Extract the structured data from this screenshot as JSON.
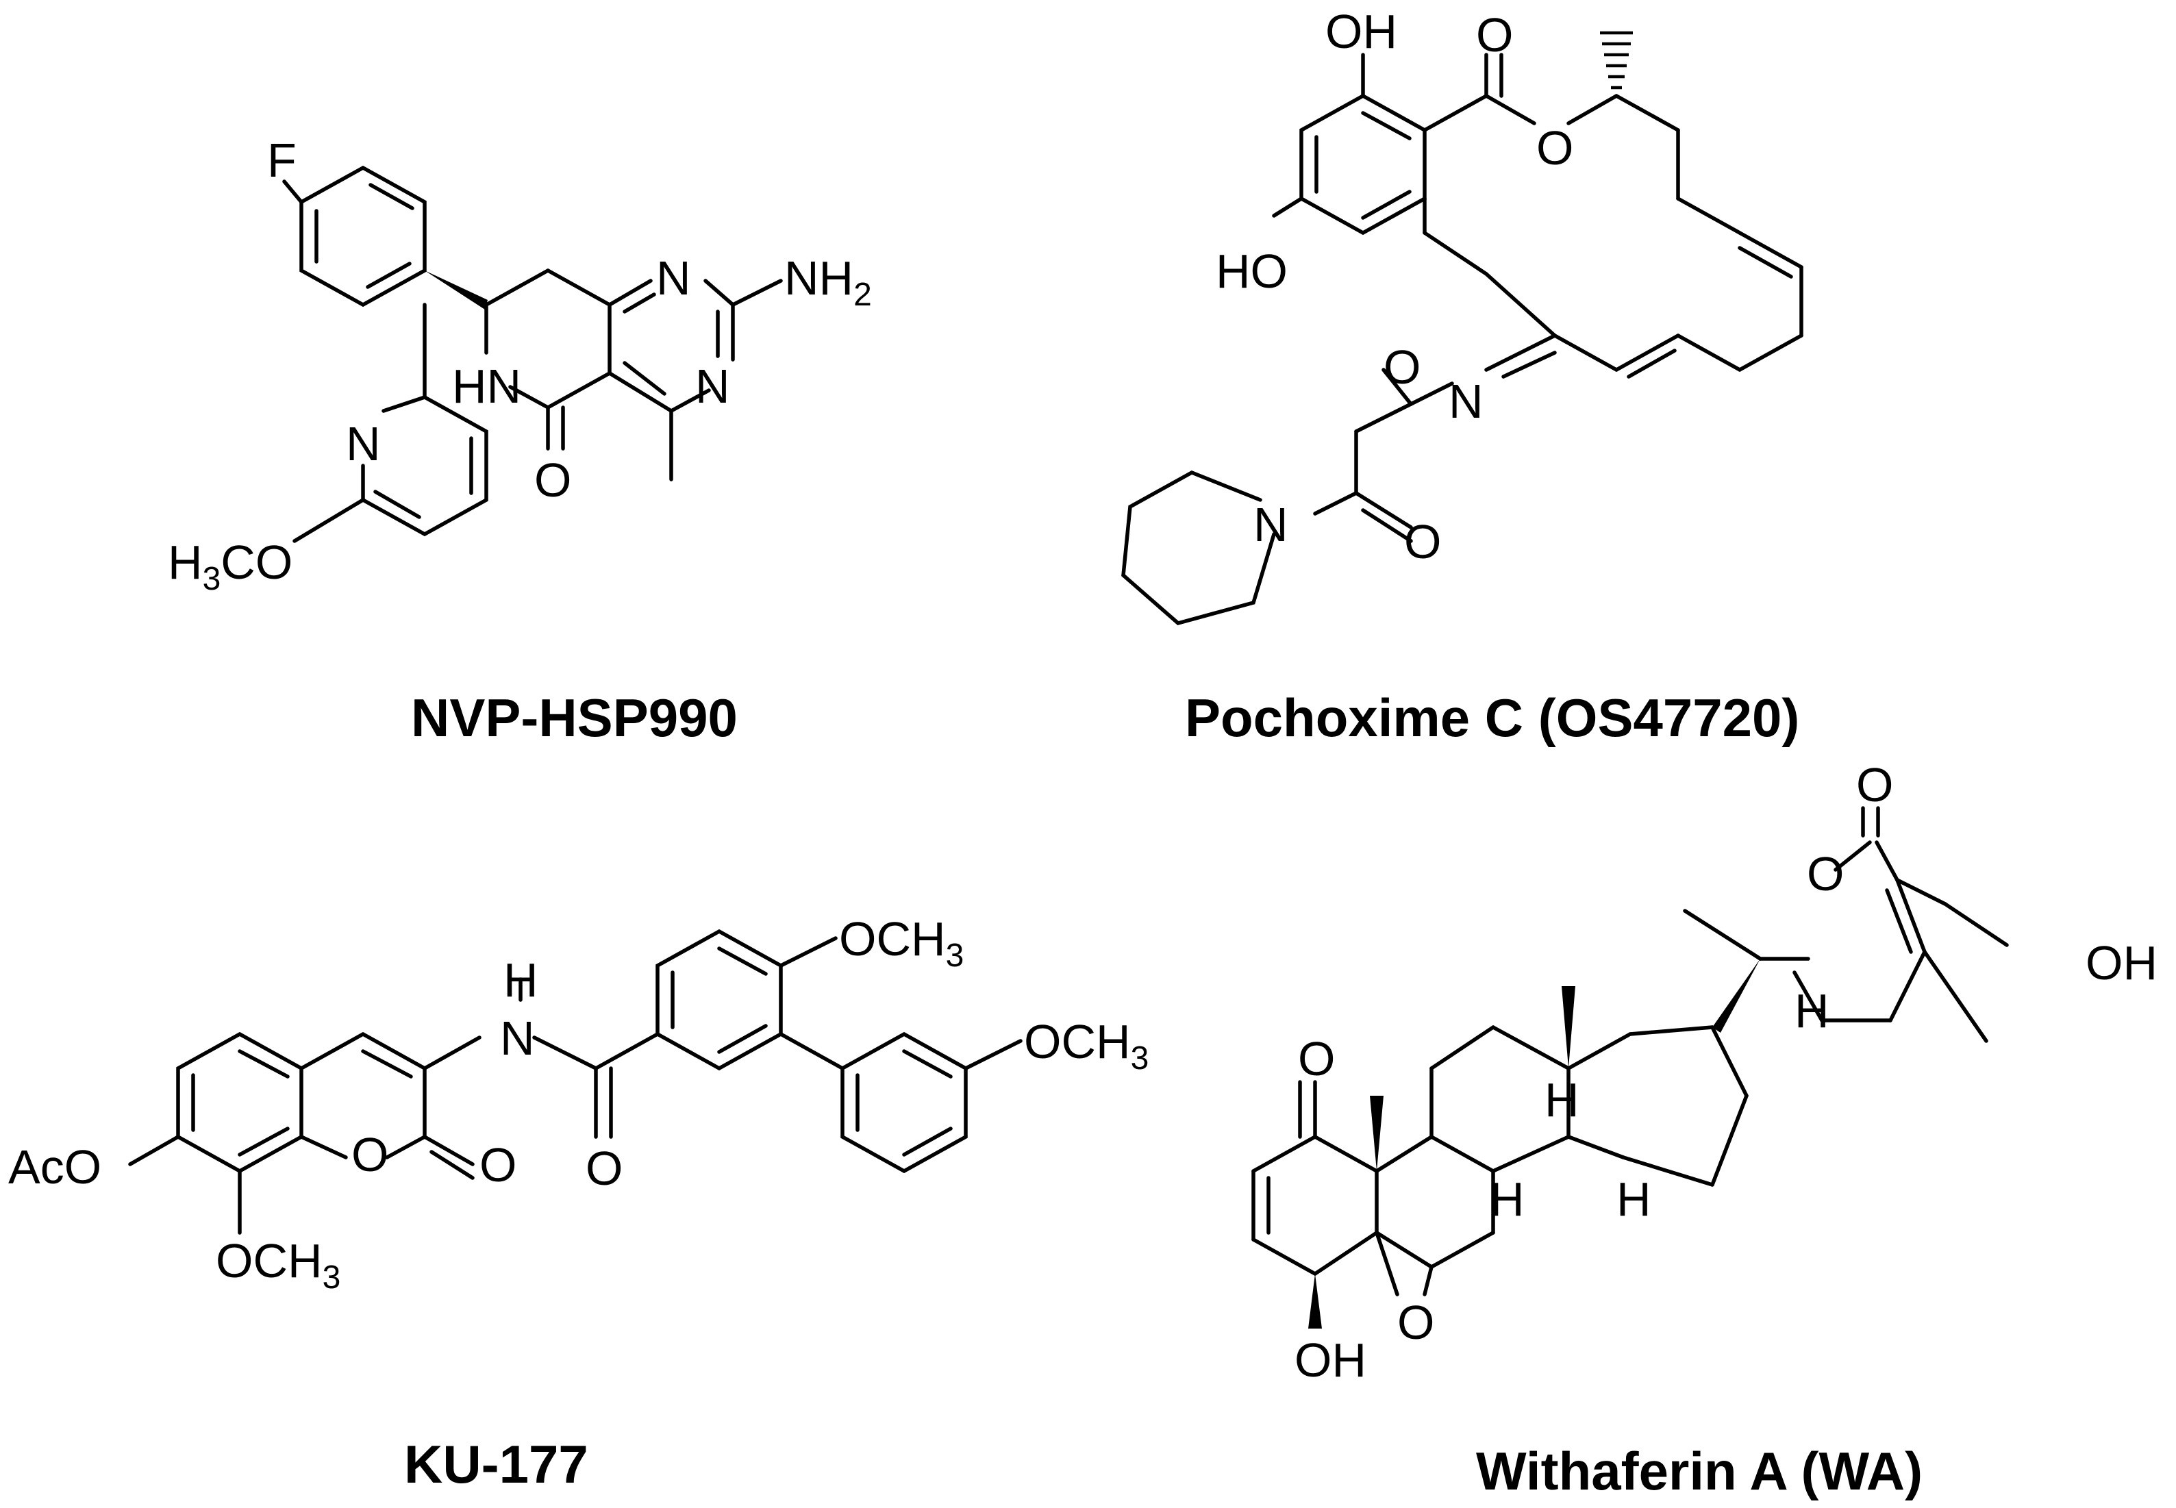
{
  "compounds": [
    {
      "name": "NVP-HSP990",
      "atoms": {
        "f": "F",
        "n_pyridine": "N",
        "h3co_h": "H",
        "h3co_3": "3",
        "h3co_co": "CO",
        "n_pyrimidine_top": "N",
        "n_pyrimidine_bottom": "N",
        "nh2_nh": "NH",
        "nh2_2": "2",
        "hn": "HN",
        "o_carbonyl": "O"
      }
    },
    {
      "name": "Pochoxime C (OS47720)",
      "atoms": {
        "oh_top": "OH",
        "ho_left": "HO",
        "o_carbonyl": "O",
        "o_ring": "O",
        "o_oxime": "O",
        "n_oxime": "N",
        "n_piperidine": "N",
        "o_amide": "O"
      }
    },
    {
      "name": "KU-177",
      "atoms": {
        "h_amide": "H",
        "n_amide": "N",
        "o_amide": "O",
        "och3_top_och": "OCH",
        "och3_top_3": "3",
        "och3_right_och": "OCH",
        "och3_right_3": "3",
        "o_ring": "O",
        "o_lactone": "O",
        "aco": "AcO",
        "och3_bottom_och": "OCH",
        "och3_bottom_3": "3"
      }
    },
    {
      "name": "Withaferin A (WA)",
      "atoms": {
        "o_lactone_carbonyl": "O",
        "o_lactone_ring": "O",
        "oh_right": "OH",
        "h_side": "H",
        "o_ketone": "O",
        "h_b": "H",
        "h_c1": "H",
        "h_c2": "H",
        "o_epoxide": "O",
        "oh_bottom": "OH"
      }
    }
  ]
}
